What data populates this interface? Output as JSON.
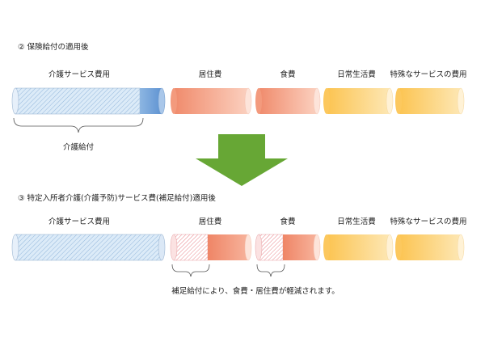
{
  "colors": {
    "care_blue_light": "#dcebf8",
    "care_blue_dark": "#79a8dc",
    "salmon_dark": "#f08b6c",
    "salmon_light": "#fbd0bf",
    "yellow_dark": "#fcc451",
    "yellow_light": "#fde7b4",
    "arrow_green": "#67a735",
    "hatch_red": "#e0525a",
    "hatch_blue": "#7fa9d4"
  },
  "section2": {
    "title": "②  保険給付の適用後",
    "labels": {
      "care": "介護サービス費用",
      "residence": "居住費",
      "food": "食費",
      "daily": "日常生活費",
      "special": "特殊なサービスの費用"
    },
    "brace_label": "介護給付"
  },
  "section3": {
    "title": "③  特定入所者介護(介護予防)サービス費(補足給付)適用後",
    "labels": {
      "care": "介護サービス費用",
      "residence": "居住費",
      "food": "食費",
      "daily": "日常生活費",
      "special": "特殊なサービスの費用"
    },
    "note": "補足給付により、食費・居住費が軽減されます。"
  }
}
